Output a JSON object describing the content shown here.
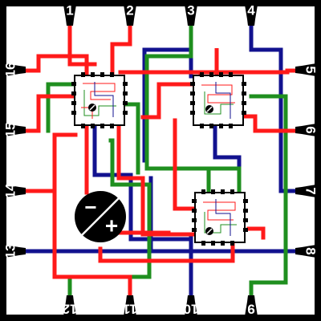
{
  "board": {
    "background": "#000000",
    "panel": "#ffffff"
  },
  "pins": {
    "top": [
      "1",
      "2",
      "3",
      "4"
    ],
    "right": [
      "5",
      "6",
      "7",
      "8"
    ],
    "bottom": [
      "12",
      "11",
      "10",
      "9"
    ],
    "left": [
      "16",
      "15",
      "14",
      "13"
    ]
  },
  "wire_colors": {
    "red": "#ff1a1a",
    "green": "#1f8f1f",
    "blue": "#12128f"
  },
  "chips": [
    {
      "id": "chip-a",
      "icon": "screwdriver-icon"
    },
    {
      "id": "chip-b",
      "icon": "screwdriver-icon"
    },
    {
      "id": "chip-c",
      "icon": "screwdriver-icon"
    }
  ],
  "battery": {
    "icon": "battery-polarity-icon",
    "minus": "−",
    "plus": "+"
  }
}
